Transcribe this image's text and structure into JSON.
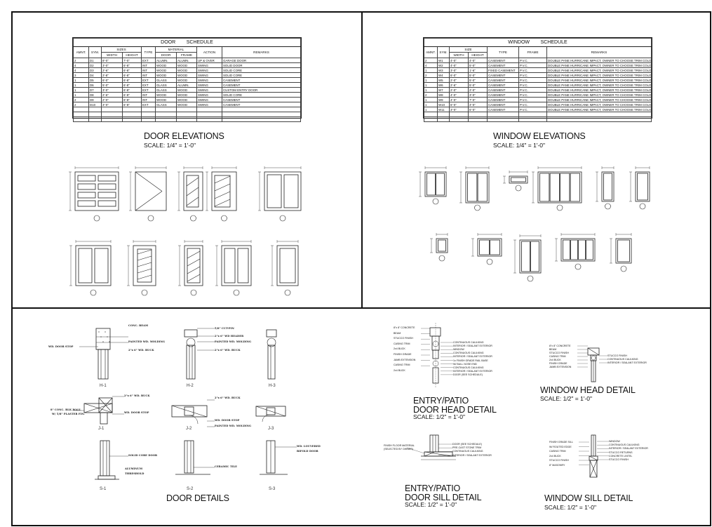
{
  "door_schedule": {
    "title_left": "DOOR",
    "title_right": "SCHEDULE",
    "columns": [
      "AMNT.",
      "SYM.",
      "SIZES",
      "TYPE",
      "MATERIAL",
      "ACTION",
      "REMARKS"
    ],
    "sub_columns": [
      "WIDTH",
      "HEIGHT",
      "DOOR",
      "FRAME"
    ],
    "rows": [
      [
        "2",
        "D1",
        "8'-0\"",
        "7'-0\"",
        "EXT",
        "ALUMN.",
        "ALUMN.",
        "UP & OVER",
        "GARAGE DOOR"
      ],
      [
        "4",
        "D2",
        "3'-0\"",
        "6'-8\"",
        "INT",
        "WOOD",
        "WOOD",
        "SWING",
        "SOLID DOOR"
      ],
      [
        "4",
        "D3",
        "2'-6\"",
        "6'-8\"",
        "INT",
        "WOOD",
        "WOOD",
        "SWING",
        "SOLID CORE"
      ],
      [
        "3",
        "D4",
        "2'-8\"",
        "6'-8\"",
        "INT",
        "WOOD",
        "WOOD",
        "SWING",
        "SOLID CORE"
      ],
      [
        "1",
        "D5",
        "6'-0\"",
        "6'-8\"",
        "EXT",
        "GLASS",
        "WOOD",
        "SWING",
        "CASEMENT"
      ],
      [
        "1",
        "D6",
        "5'-0\"",
        "6'-8\"",
        "EXT",
        "GLASS",
        "ALUMN.",
        "SWING",
        "CASEMENT"
      ],
      [
        "1",
        "D7",
        "3'-0\"",
        "6'-8\"",
        "EXT",
        "GLASS",
        "WOOD",
        "SWING",
        "CUSTOM ENTRY DOOR"
      ],
      [
        "1",
        "D8",
        "2'-6\"",
        "6'-8\"",
        "INT",
        "WOOD",
        "WOOD",
        "SWING",
        "SOLID CORE"
      ],
      [
        "2",
        "D9",
        "2'-0\"",
        "6'-8\"",
        "INT",
        "WOOD",
        "WOOD",
        "SWING",
        "CASEMENT"
      ],
      [
        "2",
        "D10",
        "3'-0\"",
        "6'-8\"",
        "EXT",
        "GLASS",
        "WOOD",
        "SWING",
        "CASEMENT"
      ]
    ]
  },
  "window_schedule": {
    "title_left": "WINDOW",
    "title_right": "SCHEDULE",
    "columns": [
      "AMNT.",
      "SYM.",
      "SIZE",
      "TYPE",
      "FRAME",
      "REMARKS"
    ],
    "sub_columns": [
      "WIDTH",
      "HEIGHT"
    ],
    "rows": [
      [
        "2",
        "W1",
        "4'-0\"",
        "4'-0\"",
        "CASEMENT",
        "P.V.C.",
        "DOUBLE PANE HURRICANE IMPACT, OWNER TO CHOOSE TRIM COLOR"
      ],
      [
        "4",
        "W2",
        "4'-0\"",
        "5'-0\"",
        "CASEMENT",
        "P.V.C.",
        "DOUBLE PANE HURRICANE IMPACT, OWNER TO CHOOSE TRIM COLOR"
      ],
      [
        "1",
        "W3",
        "3'-0\"",
        "1'-6\"",
        "FIXED CASEMENT",
        "P.V.C.",
        "DOUBLE PANE HURRICANE IMPACT, OWNER TO CHOOSE TRIM COLOR"
      ],
      [
        "2",
        "W4",
        "6'-0\"",
        "5'-0\"",
        "CASEMENT",
        "P.V.C.",
        "DOUBLE PANE HURRICANE IMPACT, OWNER TO CHOOSE TRIM COLOR"
      ],
      [
        "1",
        "W5",
        "2'-0\"",
        "5'-0\"",
        "CASEMENT",
        "P.V.C.",
        "DOUBLE PANE HURRICANE IMPACT, OWNER TO CHOOSE TRIM COLOR"
      ],
      [
        "1",
        "W6",
        "2'-6\"",
        "5'-0\"",
        "CASEMENT",
        "P.V.C.",
        "DOUBLE PANE HURRICANE IMPACT, OWNER TO CHOOSE TRIM COLOR"
      ],
      [
        "1",
        "W7",
        "2'-0\"",
        "2'-0\"",
        "CASEMENT",
        "P.V.C.",
        "DOUBLE PANE HURRICANE IMPACT, OWNER TO CHOOSE TRIM COLOR"
      ],
      [
        "2",
        "W8",
        "4'-0\"",
        "3'-0\"",
        "CASEMENT",
        "P.V.C.",
        "DOUBLE PANE HURRICANE IMPACT, OWNER TO CHOOSE TRIM COLOR"
      ],
      [
        "1",
        "W9",
        "4'-0\"",
        "7'-0\"",
        "CASEMENT",
        "P.V.C.",
        "DOUBLE PANE HURRICANE IMPACT, OWNER TO CHOOSE TRIM COLOR"
      ],
      [
        "1",
        "W10",
        "6'-0\"",
        "4'-0\"",
        "CASEMENT",
        "P.V.C.",
        "DOUBLE PANE HURRICANE IMPACT, OWNER TO CHOOSE TRIM COLOR"
      ],
      [
        "1",
        "W11",
        "3'-0\"",
        "5'-0\"",
        "CASEMENT",
        "P.V.C.",
        "DOUBLE PANE HURRICANE IMPACT, OWNER TO CHOOSE TRIM COLOR"
      ]
    ]
  },
  "door_elevations": {
    "title": "DOOR ELEVATIONS",
    "scale": "SCALE: 1/4\" = 1'-0\""
  },
  "window_elevations": {
    "title": "WINDOW ELEVATIONS",
    "scale": "SCALE: 1/4\" = 1'-0\""
  },
  "door_details": {
    "title": "DOOR DETAILS",
    "labels": [
      "H-1",
      "H-2",
      "H-3",
      "J-1",
      "J-2",
      "J-3",
      "S-1",
      "S-2",
      "S-3"
    ],
    "notes": {
      "conc_beam": "CONC. BEAM",
      "painted_molding": "PAINTED WD. MOLDING",
      "door_stop_h1": "WD. DOOR STOP",
      "buck_2x6": "2\"x 6\" WD. BUCK",
      "cut_pin": "5/8\" CUT-PIN",
      "header": "2\"x 6\" WD HEADER",
      "painted_molding2": "PAINTED WD. MOLDING",
      "buck2": "2\"x 6\" WD. BUCK",
      "j1_buck": "2\"x 6\" WD. BUCK",
      "j1_conc": "8\" CONC. BLK WALL",
      "j1_plaster": "W/ 5/8\" PLASTER FIN.",
      "j1_stop": "WD. DOOR STOP",
      "j2_buck": "2\"x 6\" WD. BUCK",
      "j2_stop": "WD. DOOR STOP",
      "j2_molding": "PAINTED WD. MOLDING",
      "s1_door": "SOLID CORE DOOR",
      "s1_alum": "ALUMINUM",
      "s1_thr": "THRESHOLD",
      "s2_tile": "CERAMIC TILE",
      "s3_louver": "WD. LOUVERED",
      "s3_bifold": "BIFOLD DOOR"
    }
  },
  "entry_head": {
    "title_line1": "ENTRY/PATIO",
    "title_line2": "DOOR HEAD DETAIL",
    "scale": "SCALE: 1/2\" = 1'-0\"",
    "notes_left": [
      "8\"x 8\" CONCRETE",
      "BEAM",
      "STUCCO FINISH",
      "CASING TRIM",
      "2x4 BUCK",
      "FINISH GRADE",
      "JAMB EXTENSION",
      "CASING TRIM",
      "2x4 BUCK"
    ],
    "notes_right": [
      "CONTINUOUS CAULKING",
      "INTERIOR / SEALANT EXTERIOR",
      "WINDOW",
      "CONTINUOUS CAULKING",
      "INTERIOR / SEALANT EXTERIOR",
      "1x FINISH GRADE RAIL BASE",
      "W/ BULL NOSE END",
      "CONTINUOUS CAULKING",
      "INTERIOR / SEALANT EXTERIOR",
      "DOOR (SEE SCHEDULE)"
    ]
  },
  "entry_sill": {
    "title_line1": "ENTRY/PATIO",
    "title_line2": "DOOR SILL DETAIL",
    "scale": "SCALE: 1/2\" = 1'-0\"",
    "notes_left": [
      "FINISH FLOOR MATERIAL",
      "(SELECTED BY OWNER)"
    ],
    "notes_right": [
      "DOOR (SEE SCHEDULE)",
      "PRE-CAST STONE TRIM",
      "CONTINUOUS CAULKING",
      "INTERIOR / SEALANT EXTERIOR"
    ]
  },
  "window_head": {
    "title": "WINDOW HEAD DETAIL",
    "scale": "SCALE: 1/2\" = 1'-0\"",
    "notes_left": [
      "8\"x 8\" CONCRETE",
      "BEAM",
      "STUCCO FINISH",
      "CASING TRIM",
      "2x4 BUCK",
      "FINISH GRADE",
      "JAMB EXTENSION"
    ],
    "notes_right": [
      "STUCCO FINISH",
      "CONTINUOUS CAULKING",
      "INTERIOR / SEALANT EXTERIOR"
    ]
  },
  "window_sill": {
    "title": "WINDOW SILL DETAIL",
    "scale": "SCALE: 1/2\" = 1'-0\"",
    "notes_left": [
      "FINISH GRADE SILL",
      "W/ ROUTED EDGE",
      "CASING TRIM",
      "2x4 BUCK",
      "STUCCO FINISH",
      "8\" MASONRY"
    ],
    "notes_right": [
      "WINDOW",
      "CONTINUOUS CAULKING",
      "INTERIOR / SEALANT EXTERIOR",
      "STUCCO RETURNS",
      "CONCRETE LINTEL",
      "STUCCO FINISH"
    ]
  }
}
